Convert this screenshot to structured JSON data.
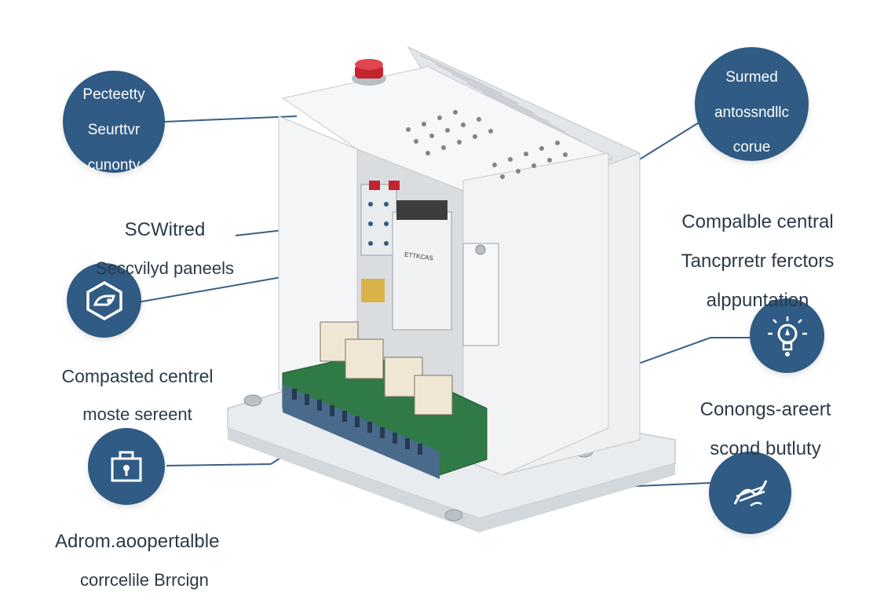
{
  "callouts": {
    "top_left": {
      "line1": "Pecteetty",
      "line2": "Seurttvr",
      "line3": "cunonty"
    },
    "top_right": {
      "line1": "Surmed",
      "line2": "antossndllc",
      "line3": "corue"
    }
  },
  "labels": {
    "left_1": {
      "title": "SCWitred",
      "subtitle": "Seccvilyd paneels"
    },
    "left_2": {
      "title": "Compasted centrel",
      "subtitle": "moste sereent"
    },
    "left_3": {
      "title": "Adrom.aoopertalble",
      "subtitle": "corrcelile Brrcign"
    },
    "right_1": {
      "line1": "Compalble central",
      "line2": "Tancprretr ferctors",
      "line3": "alppuntation"
    },
    "right_2": {
      "title": "Conongs-areert",
      "subtitle": "scond butluty"
    }
  },
  "icons": {
    "left_mid": "hexagon-shield-icon",
    "left_bottom": "padlock-box-icon",
    "right_mid": "lightbulb-signal-icon",
    "right_bottom": "signature-pen-icon"
  },
  "device_markings": {
    "module_label": "ETTKCAS"
  },
  "colors": {
    "accent": "#2f5b84",
    "text": "#2c3a48",
    "pcb": "#2f7a46",
    "terminal": "#4a6a8c"
  }
}
